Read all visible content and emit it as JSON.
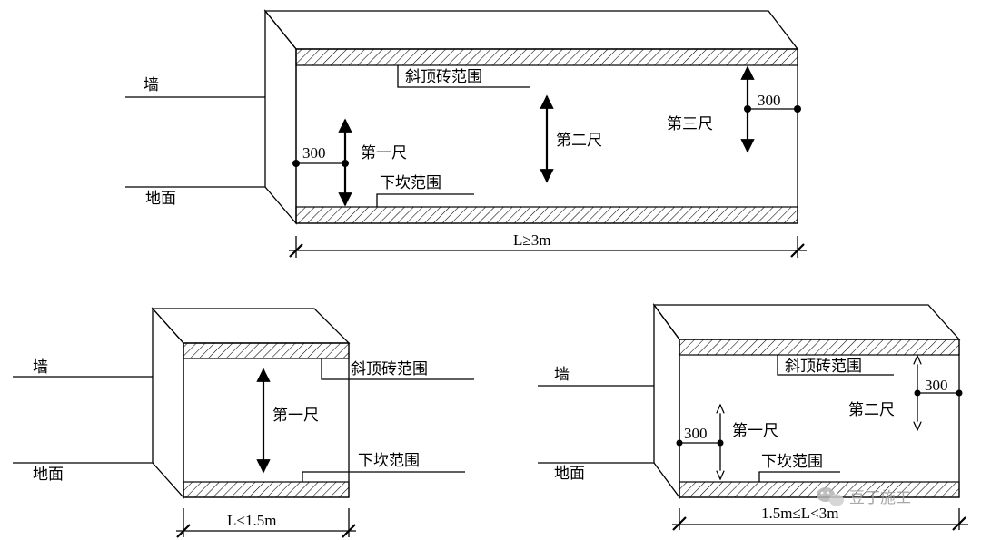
{
  "diagram_top": {
    "wall_label": "墙",
    "ground_label": "地面",
    "top_range_label": "斜顶砖范围",
    "bottom_range_label": "下坎范围",
    "ruler1_label": "第一尺",
    "ruler2_label": "第二尺",
    "ruler3_label": "第三尺",
    "offset_left": "300",
    "offset_right": "300",
    "length_label": "L≥3m"
  },
  "diagram_bottom_left": {
    "wall_label": "墙",
    "ground_label": "地面",
    "top_range_label": "斜顶砖范围",
    "bottom_range_label": "下坎范围",
    "ruler1_label": "第一尺",
    "length_label": "L<1.5m"
  },
  "diagram_bottom_right": {
    "wall_label": "墙",
    "ground_label": "地面",
    "top_range_label": "斜顶砖范围",
    "bottom_range_label": "下坎范围",
    "ruler1_label": "第一尺",
    "ruler2_label": "第二尺",
    "offset_left": "300",
    "offset_right": "300",
    "length_label": "1.5m≤L<3m"
  },
  "watermark": {
    "text": "豆丁施工"
  }
}
